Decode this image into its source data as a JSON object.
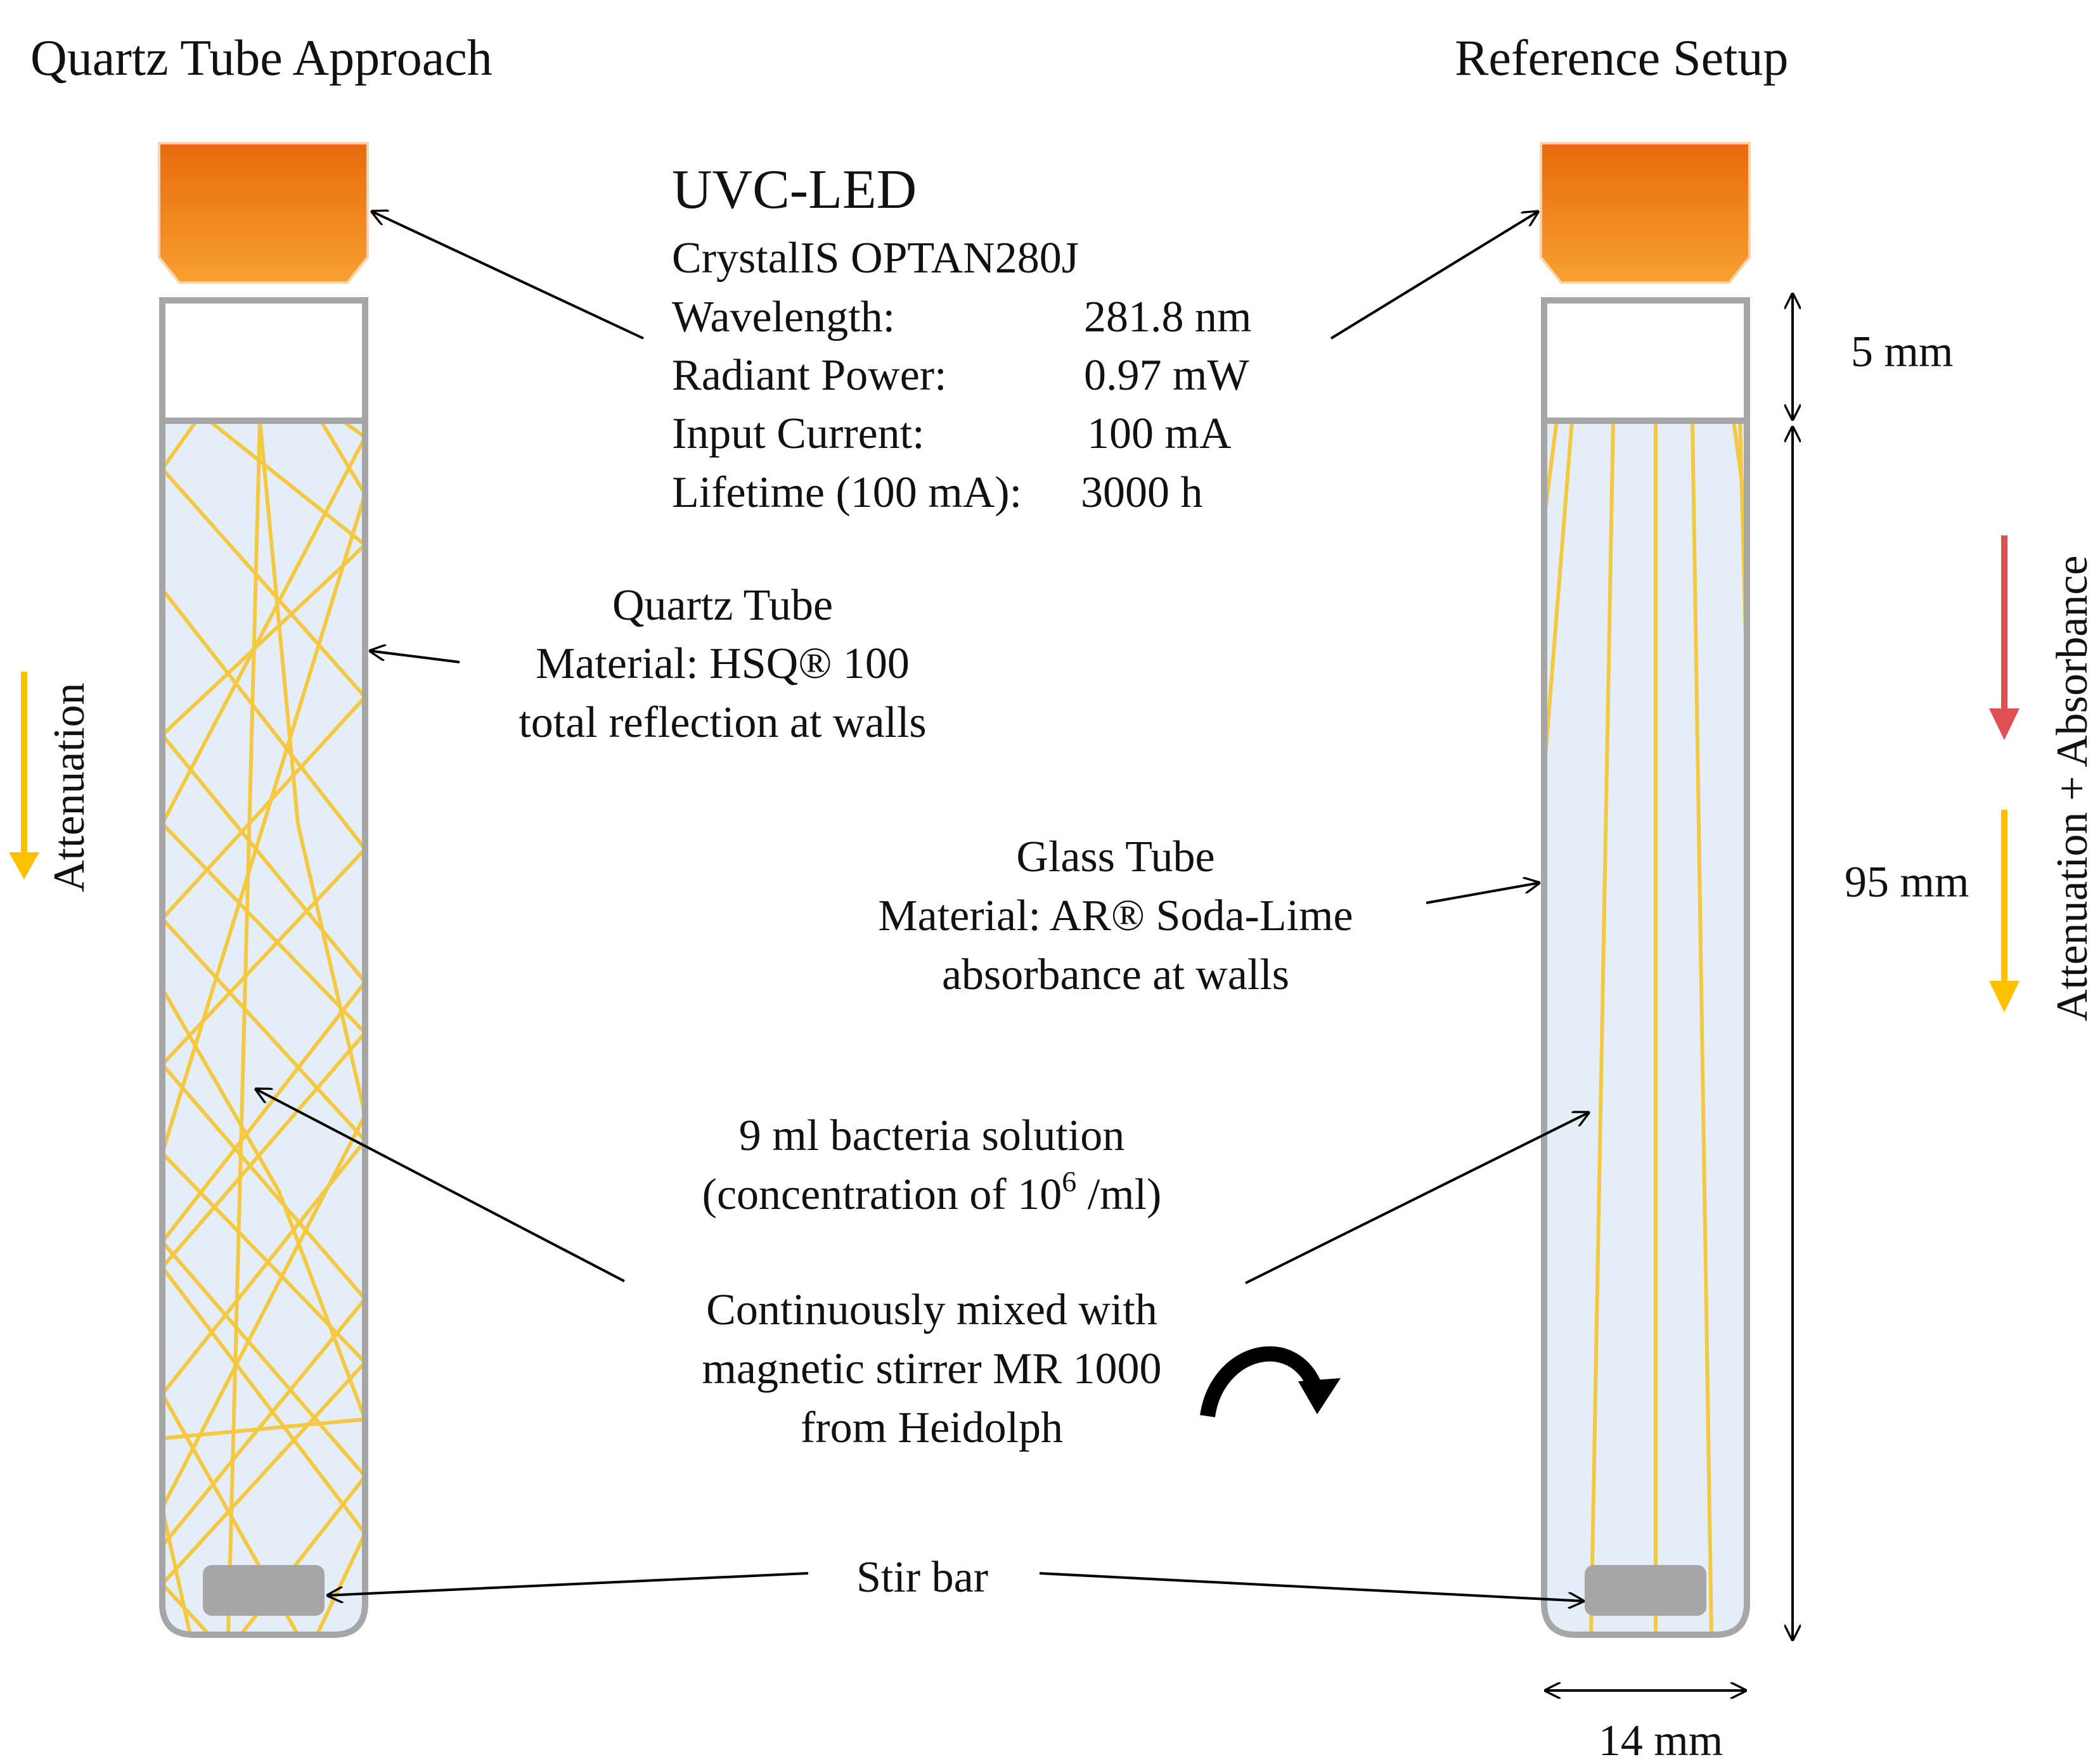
{
  "left_title": "Quartz Tube Approach",
  "right_title": "Reference Setup",
  "led": {
    "heading": "UVC-LED",
    "model": "CrystalIS OPTAN280J",
    "rows": [
      {
        "label": "Wavelength:",
        "value": "281.8 nm"
      },
      {
        "label": "Radiant Power:",
        "value": "0.97 mW"
      },
      {
        "label": "Input Current:",
        "value": "100 mA"
      },
      {
        "label": "Lifetime (100 mA):",
        "value": "3000 h"
      }
    ]
  },
  "quartz_tube": {
    "line1": "Quartz Tube",
    "line2": "Material: HSQ® 100",
    "line3": "total reflection at walls"
  },
  "glass_tube": {
    "line1": "Glass Tube",
    "line2": "Material: AR® Soda-Lime",
    "line3": "absorbance at walls"
  },
  "solution": {
    "line1": "9 ml bacteria solution",
    "line2_prefix": "(concentration of 10",
    "line2_sup": "6",
    "line2_suffix": " /ml)"
  },
  "mixing": {
    "line1": "Continuously mixed with",
    "line2": "magnetic stirrer MR 1000",
    "line3": "from Heidolph"
  },
  "stir_bar": "Stir bar",
  "dimensions": {
    "air_gap": "5 mm",
    "length": "95 mm",
    "width": "14 mm"
  },
  "side_labels": {
    "left": "Attenuation",
    "right": "Attenuation + Absorbance"
  },
  "colors": {
    "led_orange": "#F28A1E",
    "ray_yellow": "#F5C842",
    "liquid": "#E4EEF8",
    "tube_wall": "#A6A6A6",
    "stir_bar": "#A6A6A6",
    "attenuation_arrow": "#FFC000",
    "absorbance_arrow": "#E05050"
  }
}
